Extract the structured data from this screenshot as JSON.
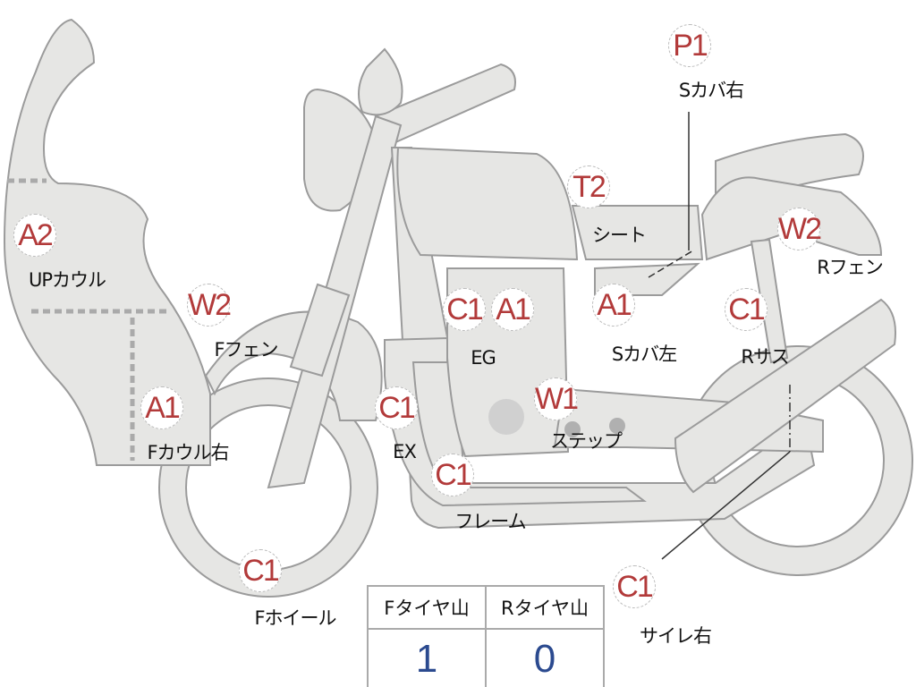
{
  "markers": [
    {
      "code": "P1",
      "label": "Sカバ右"
    },
    {
      "code": "T2",
      "label": "シート"
    },
    {
      "code": "A2",
      "label": "UPカウル"
    },
    {
      "code": "W2",
      "label": "Fフェン"
    },
    {
      "code": "C1",
      "code2": "A1",
      "label": "EG"
    },
    {
      "code": "A1",
      "label": "Sカバ左"
    },
    {
      "code": "C1",
      "label": "Rサス"
    },
    {
      "code": "W2",
      "label": "Rフェン"
    },
    {
      "code": "A1",
      "label": "Fカウル右"
    },
    {
      "code": "C1",
      "label": "EX"
    },
    {
      "code": "W1",
      "label": "ステップ"
    },
    {
      "code": "C1",
      "label": "フレーム"
    },
    {
      "code": "C1",
      "label": "Fホイール"
    },
    {
      "code": "C1",
      "label": "サイレ右"
    }
  ],
  "tire_table": {
    "headers": [
      "Fタイヤ山",
      "Rタイヤ山"
    ],
    "values": [
      "1",
      "0"
    ]
  },
  "colors": {
    "marker_text": "#b23a3a",
    "value_text": "#2b4a8f",
    "part_fill": "#e6e6e4"
  }
}
